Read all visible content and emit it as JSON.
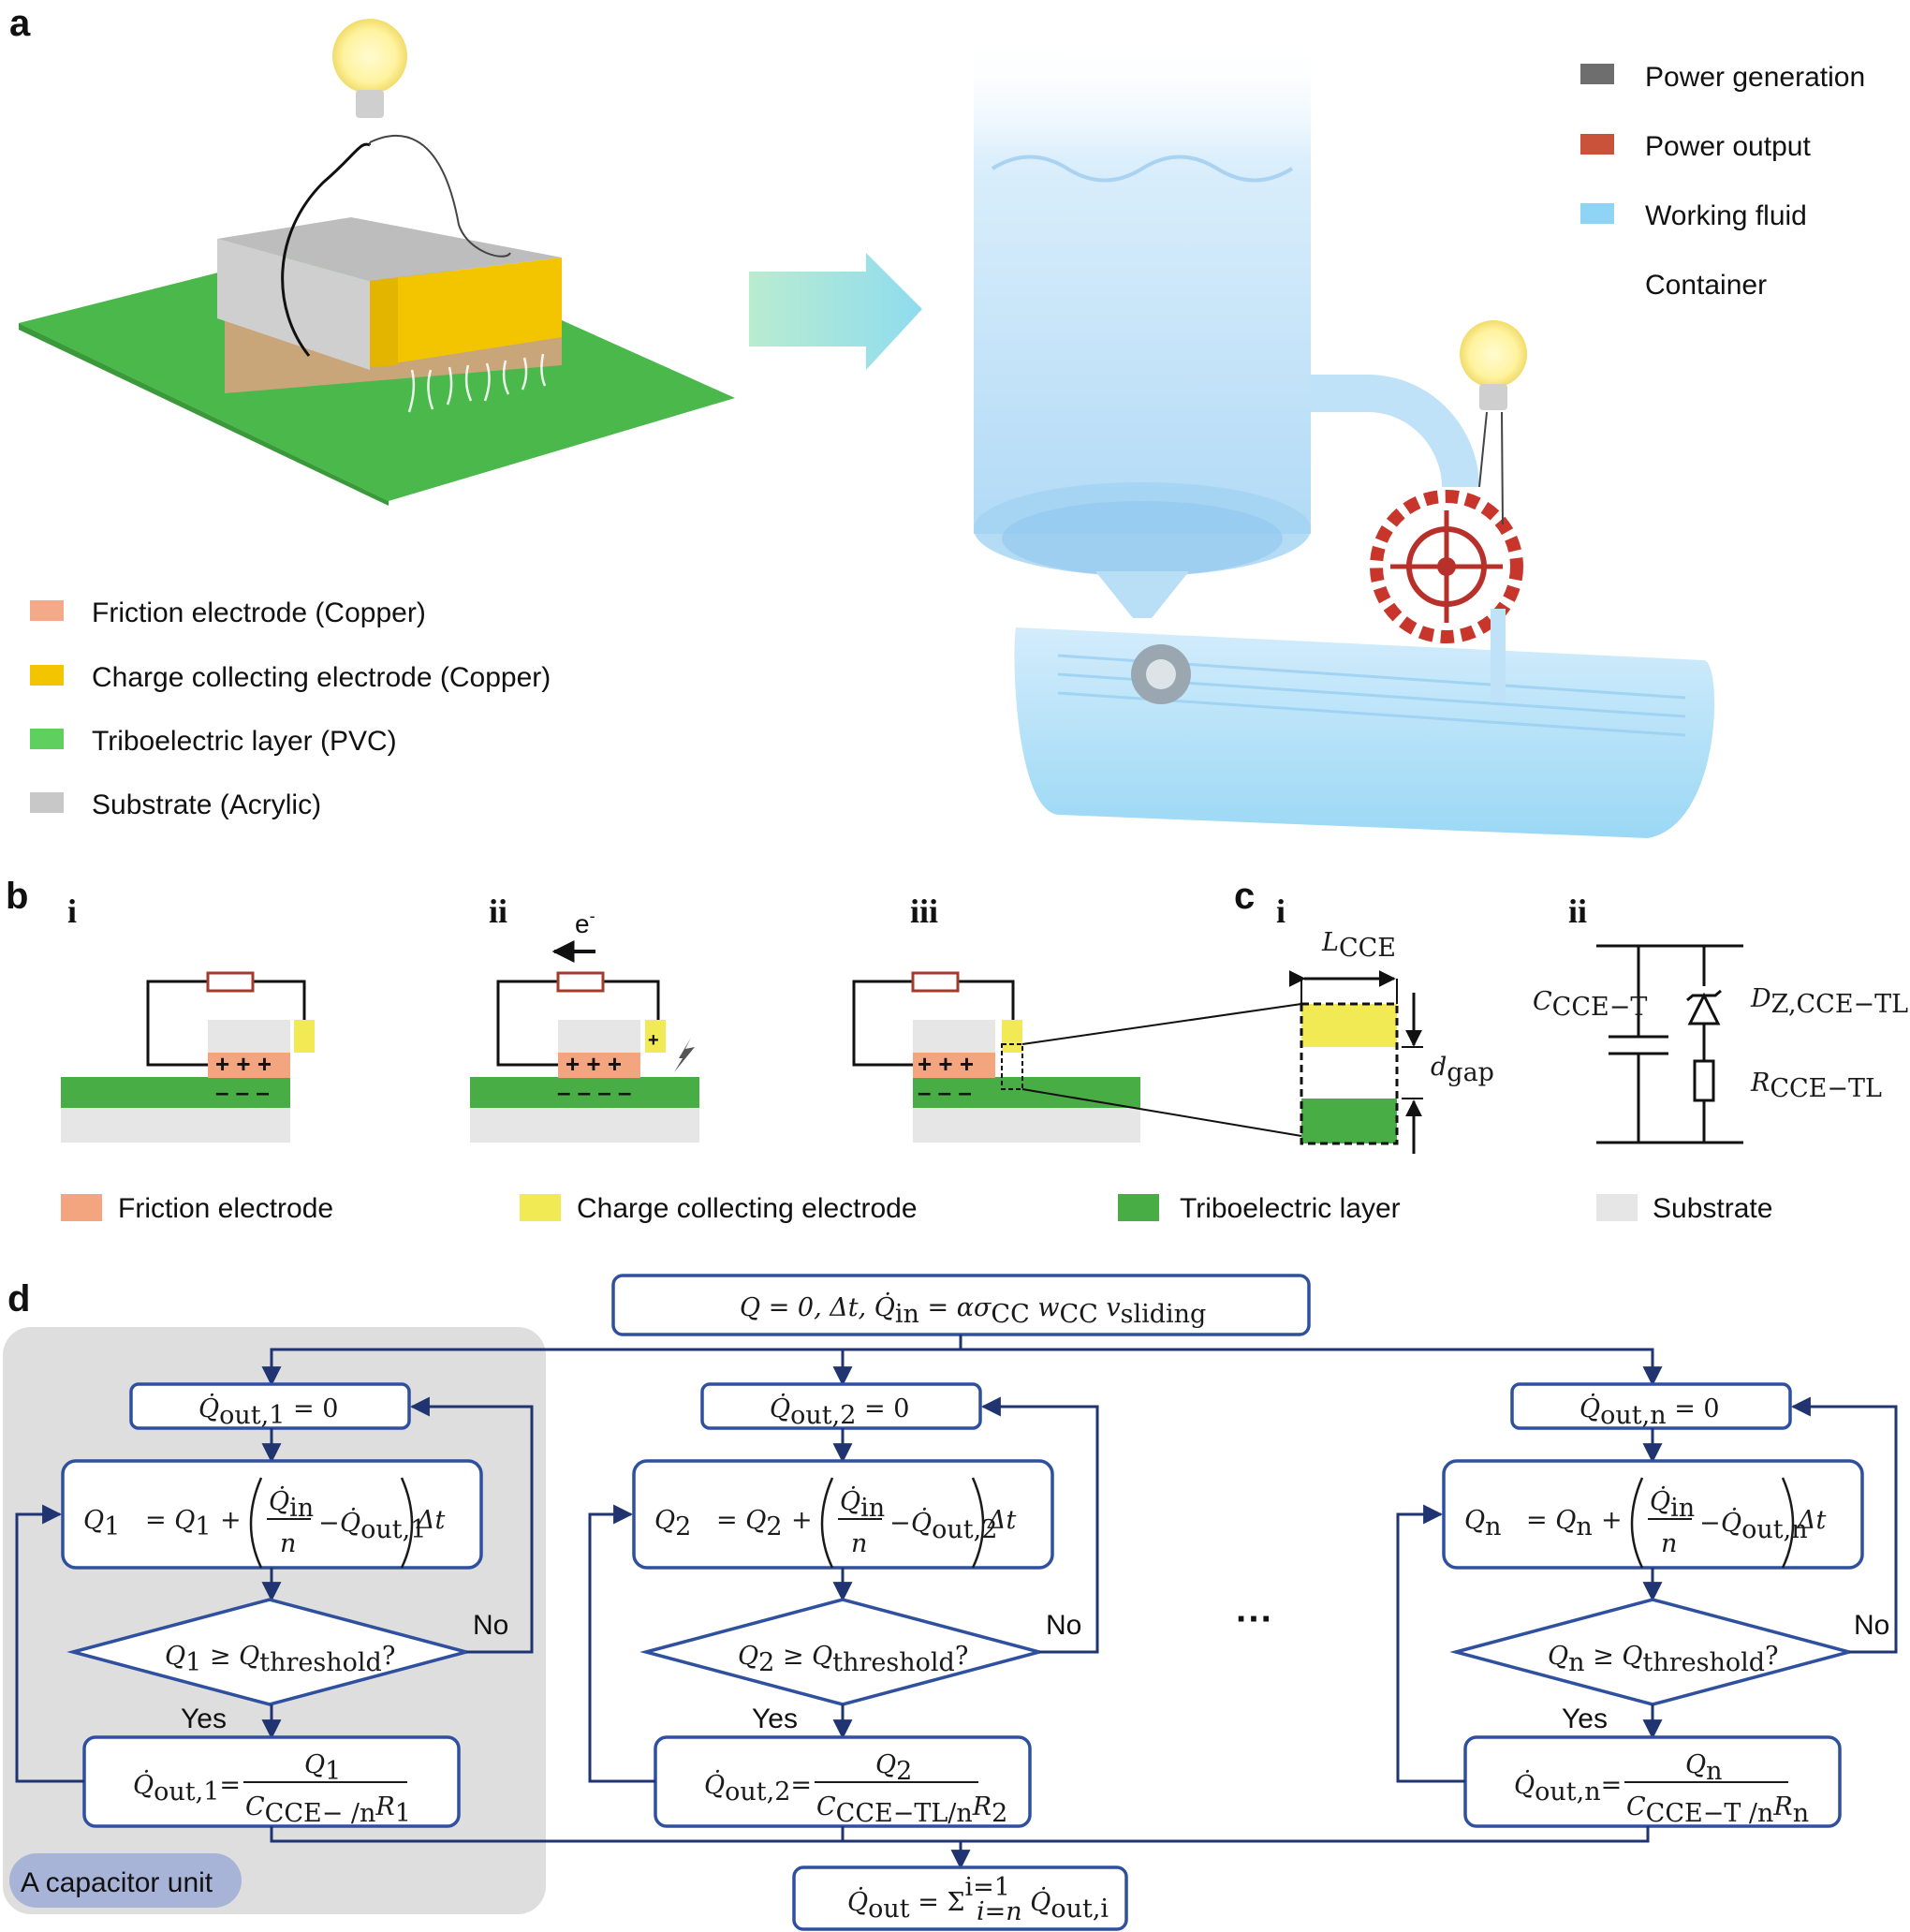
{
  "panels": {
    "a": "a",
    "b": "b",
    "c": "c",
    "d": "d"
  },
  "subpanels": {
    "b_i": "i",
    "b_ii": "ii",
    "b_iii": "iii",
    "c_i": "i",
    "c_ii": "ii"
  },
  "legend_a_left": [
    {
      "label": "Friction electrode (Copper)",
      "color": "#f4a988"
    },
    {
      "label": "Charge collecting electrode (Copper)",
      "color": "#f2c500"
    },
    {
      "label": "Triboelectric layer (PVC)",
      "color": "#5fcf5f"
    },
    {
      "label": "Substrate (Acrylic)",
      "color": "#c8c8c8"
    }
  ],
  "legend_a_right": [
    {
      "label": "Power generation",
      "color": "#6e6e6e"
    },
    {
      "label": "Power output",
      "color": "#c8533a"
    },
    {
      "label": "Working fluid",
      "color": "#8fd3f5"
    },
    {
      "label": "Container",
      "color": "#ffffff"
    }
  ],
  "legend_b": [
    {
      "label": "Friction electrode",
      "color": "#f3a57f"
    },
    {
      "label": "Charge collecting electrode",
      "color": "#f2ea55"
    },
    {
      "label": "Triboelectric layer",
      "color": "#49ad45"
    },
    {
      "label": "Substrate",
      "color": "#e6e6e6"
    }
  ],
  "electron": "e",
  "electron_sup": "-",
  "c_i": {
    "length": "L",
    "length_sub": "CCE",
    "gap": "d",
    "gap_sub": "gap"
  },
  "c_ii": {
    "cap": "C",
    "cap_sub": "CCE−T",
    "diode": "D",
    "diode_sub": "Z,CCE−TL",
    "res": "R",
    "res_sub": "CCE−TL"
  },
  "flow": {
    "init": {
      "lhs": "Q = 0, Δt, Q̇",
      "lhs_sub": "in",
      "mid": " = ασ",
      "mid_sub": "CC",
      "w": "  w",
      "w_sub": "CC",
      "v": "  v",
      "v_sub": "sliding"
    },
    "units": [
      {
        "reset": "Q̇",
        "reset_sub": "out,1",
        "reset_tail": " = 0",
        "upd_lhs": "Q",
        "upd_lhs_sub": "1",
        "upd_rhs": "=  Q",
        "upd_rhs_sub": "1",
        "upd_plus": "+",
        "frac_num": "Q̇",
        "frac_num_sub": "in",
        "frac_den": "n",
        "minus": "−",
        "qout": "Q̇",
        "qout_sub": "out,1",
        "dt": "Δt",
        "cond": "Q",
        "cond_sub": "1",
        "cond_mid": " ≥ Q",
        "cond_mid_sub": "threshold",
        "cond_q": "?",
        "out_lhs": "Q̇",
        "out_lhs_sub": "out,1",
        "out_eq": "=",
        "out_num": "Q",
        "out_num_sub": "1",
        "out_den": "C",
        "out_den_sub": "CCE−   /n",
        "out_den_r": "R",
        "out_den_r_sub": "1"
      },
      {
        "reset": "Q̇",
        "reset_sub": "out,2",
        "reset_tail": " = 0",
        "upd_lhs": "Q",
        "upd_lhs_sub": "2",
        "upd_rhs": "=  Q",
        "upd_rhs_sub": "2",
        "upd_plus": "+",
        "frac_num": "Q̇",
        "frac_num_sub": "in",
        "frac_den": "n",
        "minus": "−",
        "qout": "Q̇",
        "qout_sub": "out,2",
        "dt": "Δt",
        "cond": "Q",
        "cond_sub": "2",
        "cond_mid": " ≥ Q",
        "cond_mid_sub": "threshold",
        "cond_q": "?",
        "out_lhs": "Q̇",
        "out_lhs_sub": "out,2",
        "out_eq": "=",
        "out_num": "Q",
        "out_num_sub": "2",
        "out_den": "C",
        "out_den_sub": "CCE−TL/n",
        "out_den_r": "R",
        "out_den_r_sub": "2"
      },
      {
        "reset": "Q̇",
        "reset_sub": "out,n",
        "reset_tail": " = 0",
        "upd_lhs": "Q",
        "upd_lhs_sub": "n",
        "upd_rhs": "=  Q",
        "upd_rhs_sub": "n",
        "upd_plus": "+",
        "frac_num": "Q̇",
        "frac_num_sub": "in",
        "frac_den": "n",
        "minus": "−",
        "qout": "Q̇",
        "qout_sub": "out,n",
        "dt": "Δt",
        "cond": "Q",
        "cond_sub": "n",
        "cond_mid": " ≥ Q",
        "cond_mid_sub": "threshold",
        "cond_q": "?",
        "out_lhs": "Q̇",
        "out_lhs_sub": "out,n",
        "out_eq": "=",
        "out_num": "Q",
        "out_num_sub": "n",
        "out_den": "C",
        "out_den_sub": "CCE−T  /n",
        "out_den_r": "R",
        "out_den_r_sub": "n"
      }
    ],
    "yes": "Yes",
    "no": "No",
    "ellipsis": "···",
    "final": {
      "lhs": "Q̇",
      "lhs_sub": "out",
      "mid": " = Σ",
      "sup": "i=1",
      "sub": "i=n",
      "tail": " Q̇",
      "tail_sub": "out,i"
    },
    "capacitor_unit": "A capacitor unit"
  }
}
